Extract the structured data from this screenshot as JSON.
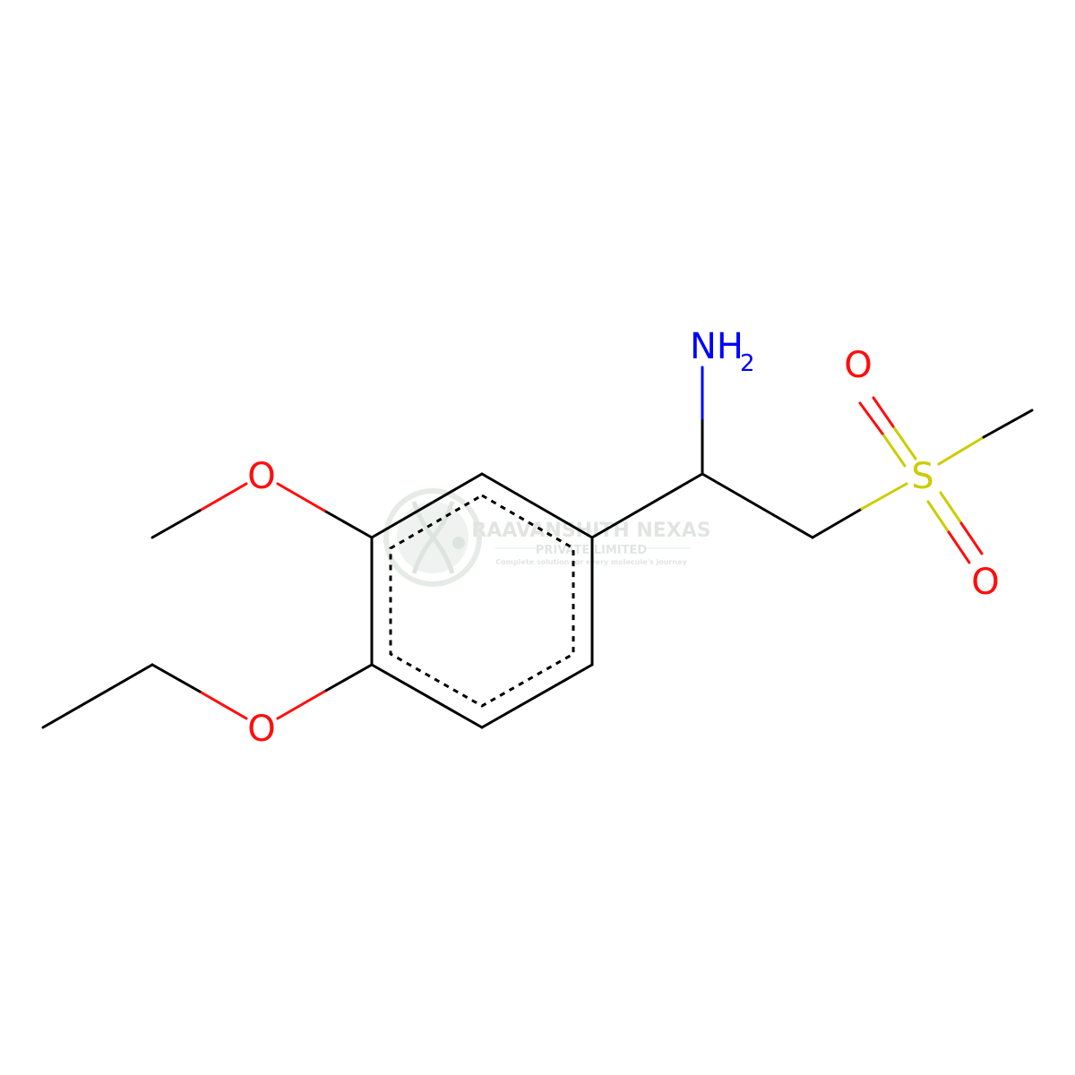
{
  "molecule": {
    "atoms": {
      "methoxy_o": "O",
      "ethoxy_o": "O",
      "amine": "NH",
      "amine_sub": "2",
      "sulfur": "S",
      "sulfonyl_o_top": "O",
      "sulfonyl_o_bottom": "O"
    },
    "colors": {
      "carbon_bond": "#000000",
      "oxygen": "#ff0d0d",
      "nitrogen": "#0000ff",
      "sulfur": "#cccc00"
    }
  },
  "watermark": {
    "company": "RAAVANSHITH NEXAS",
    "suffix": "PRIVATE LIMITED",
    "tagline": "Complete solution for every molecule's journey"
  }
}
